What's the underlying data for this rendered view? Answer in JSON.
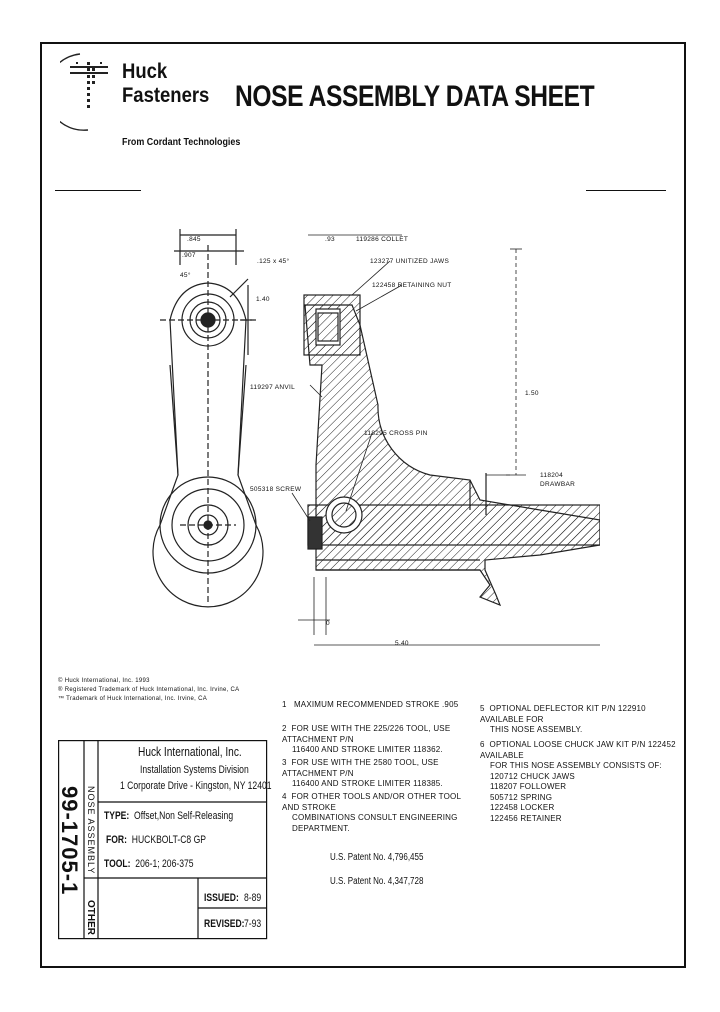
{
  "company": {
    "name_line1": "Huck",
    "name_line2": "Fasteners",
    "tagline": "From Cordant Technologies"
  },
  "title": "NOSE ASSEMBLY DATA SHEET",
  "drawing": {
    "dims": {
      "left_top": ".845",
      "left_second": ".907",
      "left_angle": "45°",
      "left_right": "1.40",
      "right_top": ".93",
      "right_angle": ".125 x 45°",
      "right_vertical": "1.50",
      "bottom_small": "0",
      "bottom_long": "5.40"
    },
    "callouts": {
      "collet": "119286 COLLET",
      "jaws": "123277 UNITIZED JAWS",
      "retaining_nut": "122458 RETAINING NUT",
      "anvil": "119297 ANVIL",
      "cross_pin": "118295 CROSS PIN",
      "screw": "505318 SCREW",
      "drawbar_part": "118204",
      "drawbar": "DRAWBAR"
    },
    "copyright_lines": [
      "© Huck International, Inc. 1993",
      "® Registered Trademark of Huck International, Inc. Irvine, CA",
      "™ Trademark of Huck International, Inc. Irvine, CA"
    ]
  },
  "notes": [
    {
      "num": "1",
      "lines": [
        "MAXIMUM RECOMMENDED STROKE .905"
      ]
    },
    {
      "num": "2",
      "lines": [
        "FOR USE WITH THE 225/226 TOOL, USE ATTACHMENT P/N",
        "116400 AND STROKE LIMITER 118362."
      ]
    },
    {
      "num": "3",
      "lines": [
        "FOR USE WITH THE 2580 TOOL, USE ATTACHMENT P/N",
        "116400 AND STROKE LIMITER 118385."
      ]
    },
    {
      "num": "4",
      "lines": [
        "FOR OTHER TOOLS AND/OR OTHER TOOL AND STROKE",
        "COMBINATIONS CONSULT ENGINEERING DEPARTMENT."
      ]
    },
    {
      "num": "5",
      "lines": [
        "OPTIONAL DEFLECTOR KIT P/N 122910 AVAILABLE FOR",
        "THIS NOSE ASSEMBLY."
      ]
    },
    {
      "num": "6",
      "lines": [
        "OPTIONAL LOOSE CHUCK JAW KIT P/N 122452 AVAILABLE",
        "FOR THIS NOSE ASSEMBLY CONSISTS OF:",
        "120712 CHUCK JAWS",
        "118207 FOLLOWER",
        "505712 SPRING",
        "122458 LOCKER",
        "122456 RETAINER"
      ]
    }
  ],
  "patents": [
    "U.S. Patent No. 4,796,455",
    "U.S. Patent No. 4,347,728"
  ],
  "title_block": {
    "company": "Huck International, Inc.",
    "division": "Installation Systems Division",
    "address": "1 Corporate Drive - Kingston, NY  12401",
    "type_label": "TYPE:",
    "type_value": "Offset,Non Self-Releasing",
    "for_label": "FOR:",
    "for_value": "HUCKBOLT-C8 GP",
    "tool_label": "TOOL:",
    "tool_value": "206-1; 206-375",
    "issued_label": "ISSUED:",
    "issued_value": "8-89",
    "revised_label": "REVISED:",
    "revised_value": "7-93",
    "doc_number": "99-1705-1",
    "side_label": "NOSE ASSEMBLY",
    "other_label": "OTHER"
  }
}
